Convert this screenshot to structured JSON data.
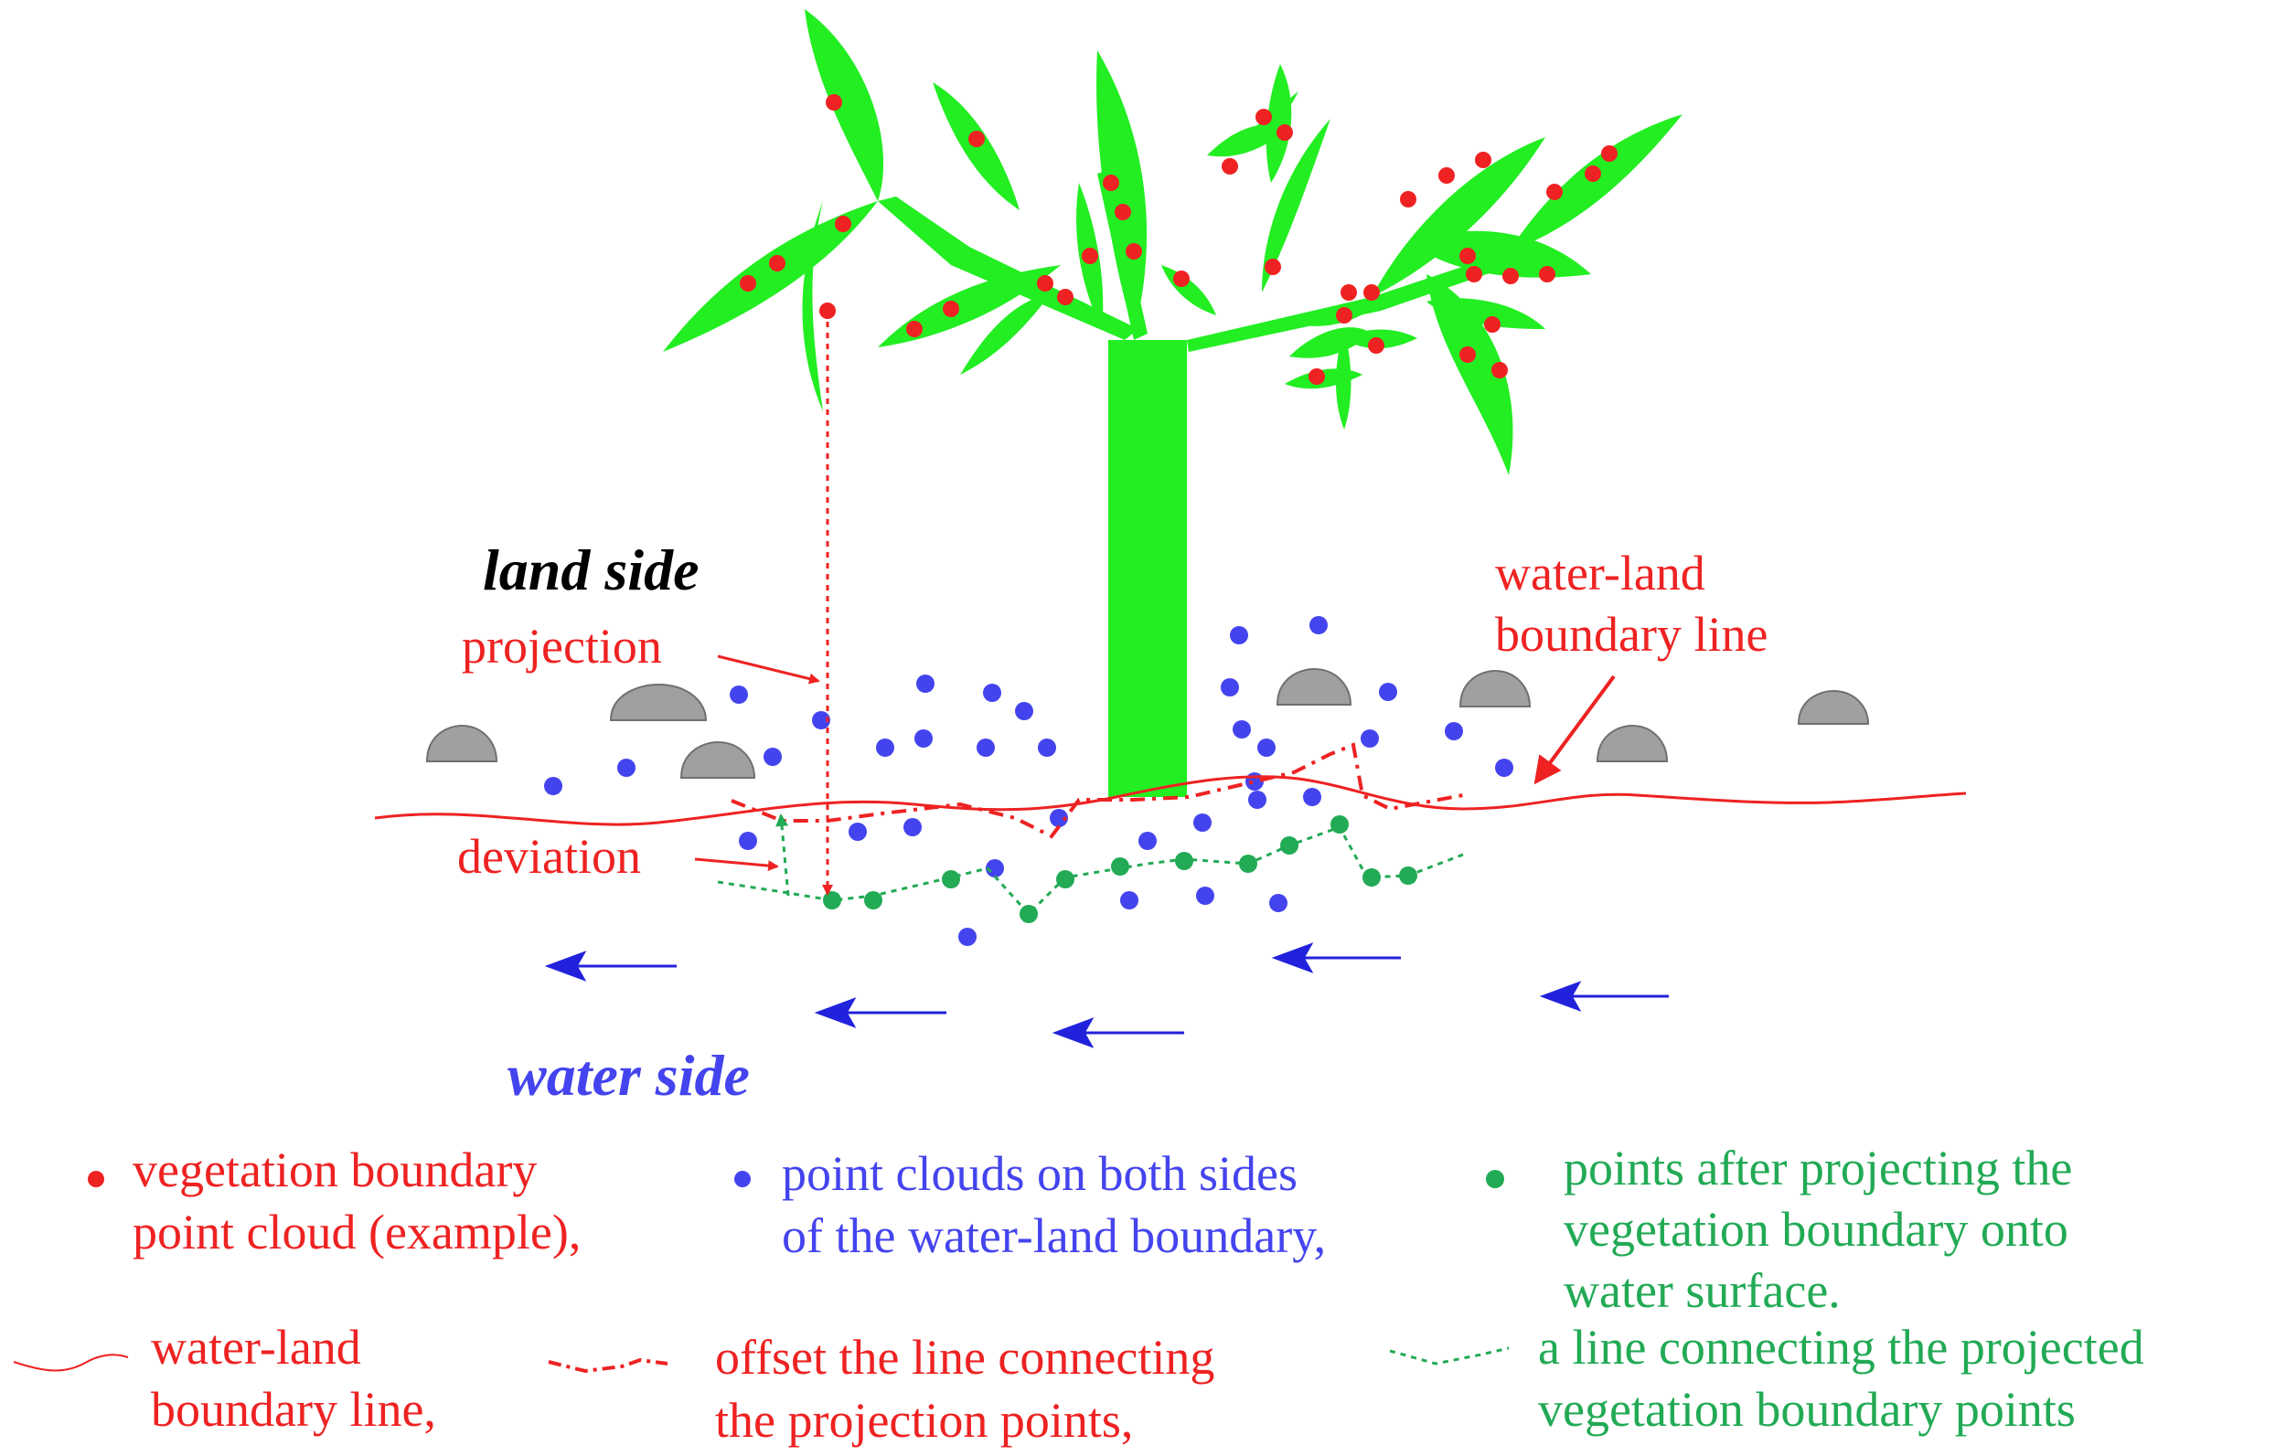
{
  "labels": {
    "land_side": "land side",
    "water_side": "water side",
    "projection": "projection",
    "deviation": "deviation",
    "boundary_line_1": "water-land",
    "boundary_line_2": "boundary line"
  },
  "legend": {
    "vegetation": [
      "vegetation boundary",
      "point cloud (example),"
    ],
    "point_clouds": [
      "point clouds on both sides",
      "of the water-land boundary,"
    ],
    "projected_points": [
      "points after projecting the",
      "vegetation boundary onto",
      "water surface."
    ],
    "boundary_line": [
      "water-land",
      "boundary line,"
    ],
    "offset_line": [
      "offset the line connecting",
      "the projection points,"
    ],
    "projected_line": [
      "a line connecting the projected",
      "vegetation boundary points"
    ]
  },
  "colors": {
    "vegetation": "#22ee22",
    "red": "#ee2222",
    "blue": "#4444ee",
    "green": "#22aa55",
    "rock": "#a0a0a0"
  }
}
